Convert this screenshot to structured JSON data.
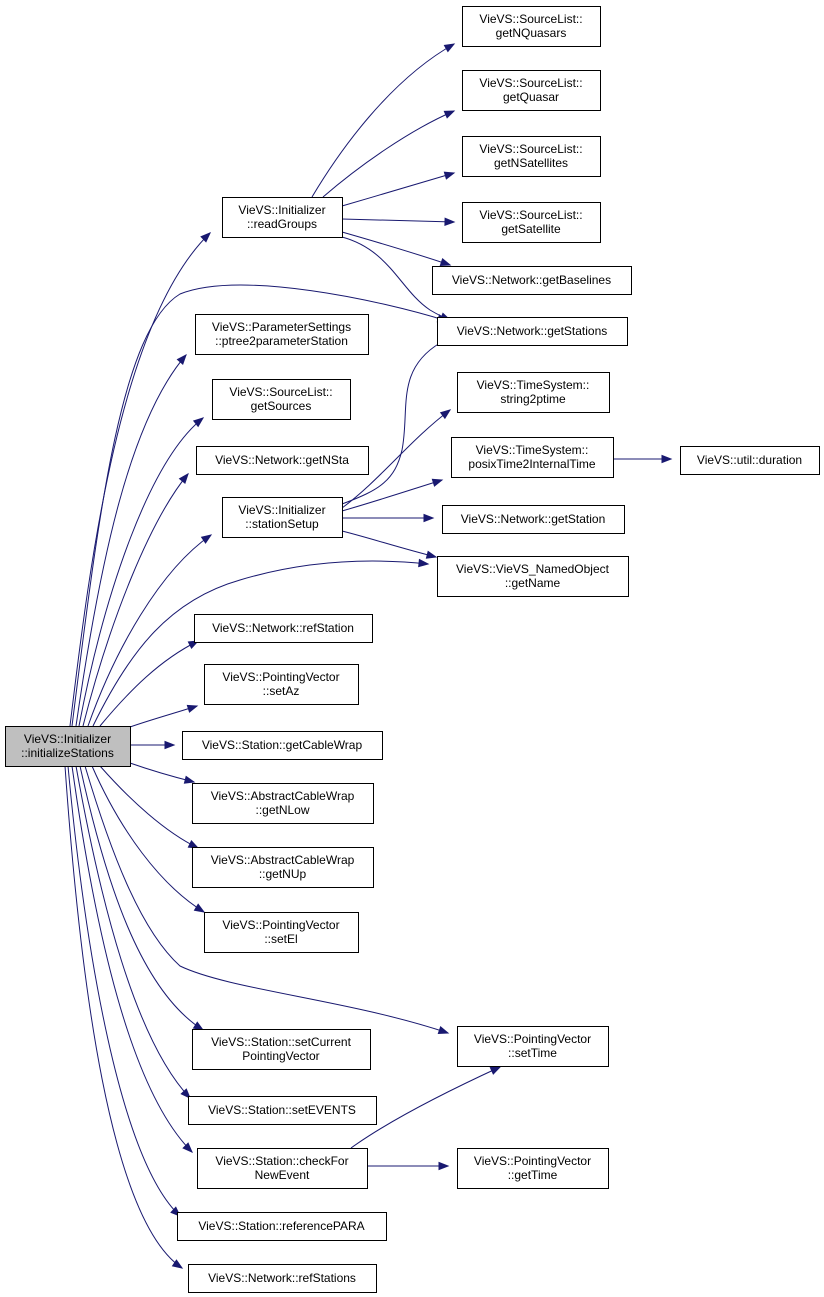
{
  "graph": {
    "edge_color": "#191970",
    "root_fill": "#bfbfbf",
    "nodes": [
      {
        "id": "initializeStations",
        "lines": [
          "VieVS::Initializer",
          "::initializeStations"
        ],
        "root": true
      },
      {
        "id": "readGroups",
        "lines": [
          "VieVS::Initializer",
          "::readGroups"
        ]
      },
      {
        "id": "ptree2parameterStation",
        "lines": [
          "VieVS::ParameterSettings",
          "::ptree2parameterStation"
        ]
      },
      {
        "id": "getSources",
        "lines": [
          "VieVS::SourceList::",
          "getSources"
        ]
      },
      {
        "id": "getNSta",
        "lines": [
          "VieVS::Network::getNSta"
        ]
      },
      {
        "id": "stationSetup",
        "lines": [
          "VieVS::Initializer",
          "::stationSetup"
        ]
      },
      {
        "id": "refStation",
        "lines": [
          "VieVS::Network::refStation"
        ]
      },
      {
        "id": "setAz",
        "lines": [
          "VieVS::PointingVector",
          "::setAz"
        ]
      },
      {
        "id": "getCableWrap",
        "lines": [
          "VieVS::Station::getCableWrap"
        ]
      },
      {
        "id": "getNLow",
        "lines": [
          "VieVS::AbstractCableWrap",
          "::getNLow"
        ]
      },
      {
        "id": "getNUp",
        "lines": [
          "VieVS::AbstractCableWrap",
          "::getNUp"
        ]
      },
      {
        "id": "setEl",
        "lines": [
          "VieVS::PointingVector",
          "::setEl"
        ]
      },
      {
        "id": "setCurrentPointingVector",
        "lines": [
          "VieVS::Station::setCurrent",
          "PointingVector"
        ]
      },
      {
        "id": "setEVENTS",
        "lines": [
          "VieVS::Station::setEVENTS"
        ]
      },
      {
        "id": "checkForNewEvent",
        "lines": [
          "VieVS::Station::checkFor",
          "NewEvent"
        ]
      },
      {
        "id": "referencePARA",
        "lines": [
          "VieVS::Station::referencePARA"
        ]
      },
      {
        "id": "refStations",
        "lines": [
          "VieVS::Network::refStations"
        ]
      },
      {
        "id": "getNQuasars",
        "lines": [
          "VieVS::SourceList::",
          "getNQuasars"
        ]
      },
      {
        "id": "getQuasar",
        "lines": [
          "VieVS::SourceList::",
          "getQuasar"
        ]
      },
      {
        "id": "getNSatellites",
        "lines": [
          "VieVS::SourceList::",
          "getNSatellites"
        ]
      },
      {
        "id": "getSatellite",
        "lines": [
          "VieVS::SourceList::",
          "getSatellite"
        ]
      },
      {
        "id": "getBaselines",
        "lines": [
          "VieVS::Network::getBaselines"
        ]
      },
      {
        "id": "getStations",
        "lines": [
          "VieVS::Network::getStations"
        ]
      },
      {
        "id": "string2ptime",
        "lines": [
          "VieVS::TimeSystem::",
          "string2ptime"
        ]
      },
      {
        "id": "posixTime2InternalTime",
        "lines": [
          "VieVS::TimeSystem::",
          "posixTime2InternalTime"
        ]
      },
      {
        "id": "getStation",
        "lines": [
          "VieVS::Network::getStation"
        ]
      },
      {
        "id": "getName",
        "lines": [
          "VieVS::VieVS_NamedObject",
          "::getName"
        ]
      },
      {
        "id": "setTime",
        "lines": [
          "VieVS::PointingVector",
          "::setTime"
        ]
      },
      {
        "id": "getTime",
        "lines": [
          "VieVS::PointingVector",
          "::getTime"
        ]
      },
      {
        "id": "duration",
        "lines": [
          "VieVS::util::duration"
        ]
      }
    ],
    "edges": [
      {
        "from": "initializeStations",
        "to": "readGroups"
      },
      {
        "from": "initializeStations",
        "to": "getStations"
      },
      {
        "from": "initializeStations",
        "to": "ptree2parameterStation"
      },
      {
        "from": "initializeStations",
        "to": "getSources"
      },
      {
        "from": "initializeStations",
        "to": "getNSta"
      },
      {
        "from": "initializeStations",
        "to": "stationSetup"
      },
      {
        "from": "initializeStations",
        "to": "getName"
      },
      {
        "from": "initializeStations",
        "to": "refStation"
      },
      {
        "from": "initializeStations",
        "to": "setAz"
      },
      {
        "from": "initializeStations",
        "to": "getCableWrap"
      },
      {
        "from": "initializeStations",
        "to": "getNLow"
      },
      {
        "from": "initializeStations",
        "to": "getNUp"
      },
      {
        "from": "initializeStations",
        "to": "setEl"
      },
      {
        "from": "initializeStations",
        "to": "setTime"
      },
      {
        "from": "initializeStations",
        "to": "setCurrentPointingVector"
      },
      {
        "from": "initializeStations",
        "to": "setEVENTS"
      },
      {
        "from": "initializeStations",
        "to": "checkForNewEvent"
      },
      {
        "from": "initializeStations",
        "to": "referencePARA"
      },
      {
        "from": "initializeStations",
        "to": "refStations"
      },
      {
        "from": "readGroups",
        "to": "getNQuasars"
      },
      {
        "from": "readGroups",
        "to": "getQuasar"
      },
      {
        "from": "readGroups",
        "to": "getNSatellites"
      },
      {
        "from": "readGroups",
        "to": "getSatellite"
      },
      {
        "from": "readGroups",
        "to": "getBaselines"
      },
      {
        "from": "readGroups",
        "to": "getStations"
      },
      {
        "from": "stationSetup",
        "to": "getStations"
      },
      {
        "from": "stationSetup",
        "to": "string2ptime"
      },
      {
        "from": "stationSetup",
        "to": "posixTime2InternalTime"
      },
      {
        "from": "stationSetup",
        "to": "getStation"
      },
      {
        "from": "stationSetup",
        "to": "getName"
      },
      {
        "from": "posixTime2InternalTime",
        "to": "duration"
      },
      {
        "from": "checkForNewEvent",
        "to": "setTime"
      },
      {
        "from": "checkForNewEvent",
        "to": "getTime"
      }
    ]
  }
}
